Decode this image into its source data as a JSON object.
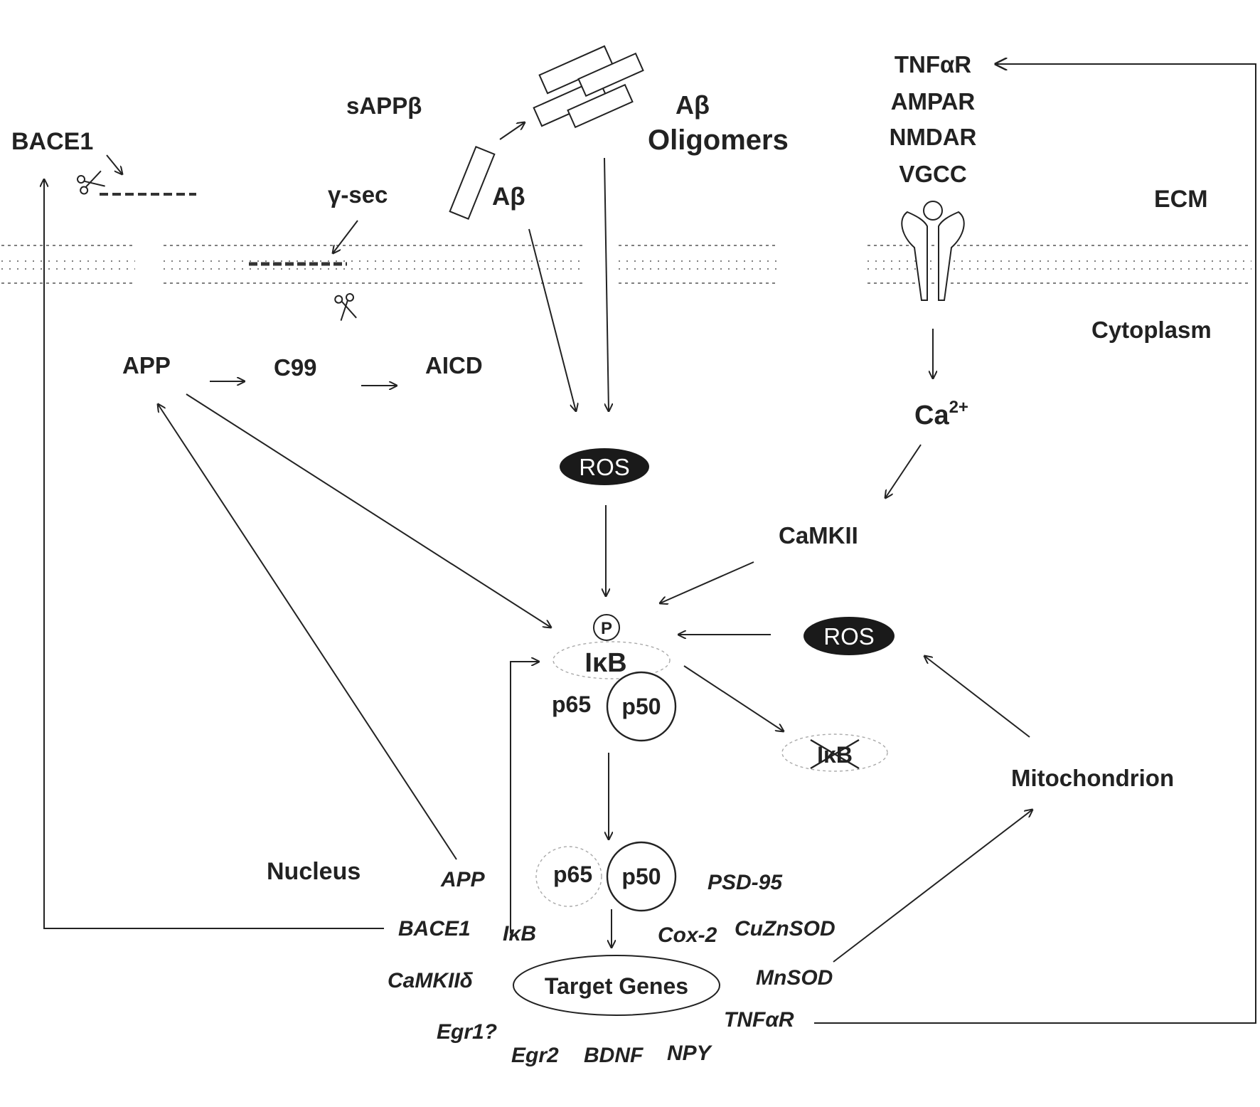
{
  "colors": {
    "ink": "#222222",
    "background": "#ffffff",
    "ros_fill": "#1a1a1a",
    "ros_text": "#ffffff"
  },
  "regions": {
    "ecm": "ECM",
    "cytoplasm": "Cytoplasm",
    "nucleus": "Nucleus"
  },
  "extracellular": {
    "bace1": "BACE1",
    "sappb": "sAPPβ",
    "gamma_sec": "γ-sec",
    "abeta": "Aβ",
    "oligomers_line1": "Aβ",
    "oligomers_line2": "Oligomers",
    "receptors": [
      "TNFαR",
      "AMPAR",
      "NMDAR",
      "VGCC"
    ]
  },
  "cytoplasm": {
    "app": "APP",
    "c99": "C99",
    "aicd": "AICD",
    "ros_top": "ROS",
    "ca_base": "Ca",
    "ca_sup": "2+",
    "camkii": "CaMKII",
    "ros_right": "ROS",
    "phospho": "P",
    "ikb": "IκB",
    "p65": "p65",
    "p50": "p50",
    "ikb_degraded": "IκB",
    "mitochondrion": "Mitochondrion"
  },
  "nucleus": {
    "p65": "p65",
    "p50": "p50",
    "target_genes": "Target Genes",
    "genes": {
      "app": "APP",
      "bace1": "BACE1",
      "ikb": "IκB",
      "camkii": "CaMKIIδ",
      "egr1": "Egr1?",
      "egr2": "Egr2",
      "bdnf": "BDNF",
      "npy": "NPY",
      "psd95": "PSD-95",
      "cox2": "Cox-2",
      "cuznsod": "CuZnSOD",
      "mnsod": "MnSOD",
      "tnfar": "TNFαR"
    }
  }
}
